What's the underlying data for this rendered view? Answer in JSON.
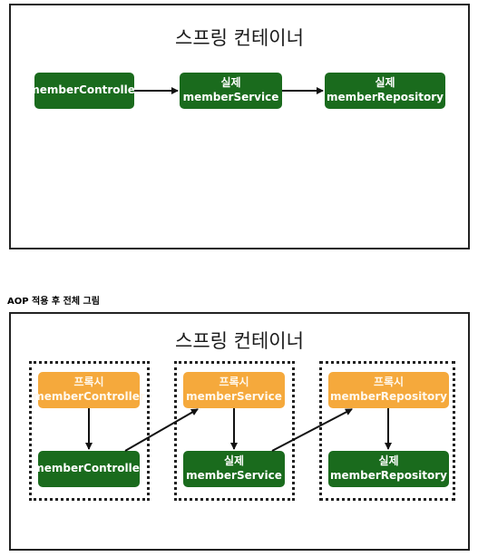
{
  "top_diagram": {
    "container_label": "스프링 컨테이너",
    "controller": "memberController",
    "service": {
      "prefix": "실제",
      "name": "memberService"
    },
    "repository": {
      "prefix": "실제",
      "name": "memberRepository"
    }
  },
  "caption": "AOP 적용 후 전체 그림",
  "bottom_diagram": {
    "container_label": "스프링 컨테이너",
    "proxy_controller": {
      "prefix": "프록시",
      "name": "memberController"
    },
    "proxy_service": {
      "prefix": "프록시",
      "name": "memberService"
    },
    "proxy_repository": {
      "prefix": "프록시",
      "name": "memberRepository"
    },
    "controller": "memberController",
    "service": {
      "prefix": "실제",
      "name": "memberService"
    },
    "repository": {
      "prefix": "실제",
      "name": "memberRepository"
    }
  },
  "colors": {
    "real_bean": "#1a6b1d",
    "proxy_bean": "#f5a93c",
    "border": "#222222"
  }
}
